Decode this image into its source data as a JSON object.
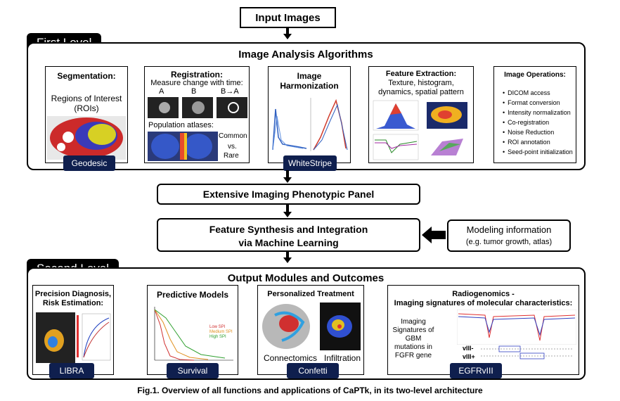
{
  "input_images": "Input Images",
  "first_level": {
    "tab": "First Level",
    "title": "Image Analysis Algorithms",
    "segmentation": {
      "title": "Segmentation:",
      "line1": "Regions of Interest",
      "line2": "(ROIs)",
      "badge": "Geodesic"
    },
    "registration": {
      "title": "Registration:",
      "subtitle": "Measure change with time:",
      "a": "A",
      "b": "B",
      "ba": "B→A",
      "atlases": "Population atlases:",
      "common": "Common",
      "vs": "vs.",
      "rare": "Rare"
    },
    "harmonization": {
      "title1": "Image",
      "title2": "Harmonization",
      "badge": "WhiteStripe"
    },
    "feature_extraction": {
      "title": "Feature Extraction:",
      "line1": "Texture, histogram,",
      "line2": "dynamics, spatial pattern"
    },
    "image_operations": {
      "title": "Image Operations:",
      "items": [
        "DICOM access",
        "Format conversion",
        "Intensity normalization",
        "Co-registration",
        "Noise Reduction",
        "ROI annotation",
        "Seed-point initialization"
      ]
    }
  },
  "phenotypic_panel": "Extensive Imaging Phenotypic Panel",
  "feature_synthesis": {
    "line1": "Feature Synthesis and Integration",
    "line2": "via Machine Learning"
  },
  "modeling": {
    "line1": "Modeling information",
    "line2": "(e.g. tumor growth, atlas)"
  },
  "second_level": {
    "tab": "Second Level",
    "title": "Output Modules and Outcomes",
    "precision": {
      "title1": "Precision Diagnosis,",
      "title2": "Risk Estimation:",
      "badge": "LIBRA"
    },
    "predictive": {
      "title": "Predictive Models",
      "badge": "Survival",
      "legend": [
        "Low SPI",
        "Medium SPI",
        "High SPI"
      ]
    },
    "personalized": {
      "title": "Personalized Treatment",
      "connectomics": "Connectomics",
      "infiltration": "Infiltration",
      "badge": "Confetti"
    },
    "radiogenomics": {
      "title1": "Radiogenomics -",
      "title2": "Imaging signatures of molecular characteristics:",
      "desc": [
        "Imaging",
        "Signatures of",
        "GBM",
        "mutations in",
        "FGFR gene"
      ],
      "viii_minus": "vIII-",
      "viii_plus": "vIII+",
      "badge": "EGFRvIII"
    }
  },
  "caption": "Fig.1. Overview of all functions and applications of CaPTk, in its two-level architecture",
  "colors": {
    "badge": "#0f1f4e",
    "frame": "#000000"
  }
}
